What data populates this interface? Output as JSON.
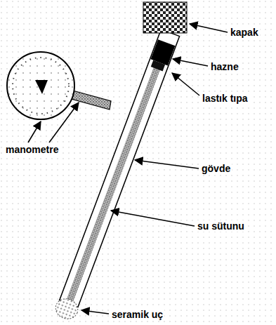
{
  "diagram": {
    "labels": [
      "kapak",
      "hazne",
      "lastık tıpa",
      "gövde",
      "su sütunu",
      "seramik uç",
      "manometre"
    ]
  }
}
